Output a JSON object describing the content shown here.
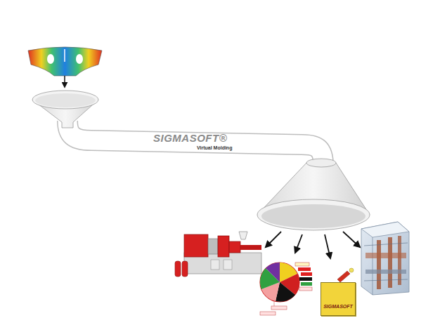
{
  "diagram": {
    "nodes": [
      {
        "text": [
          "SIGMASOFT"
        ]
      }
    ],
    "labels": [
      "SIGMASOFT®",
      "Virtual Molding"
    ]
  }
}
